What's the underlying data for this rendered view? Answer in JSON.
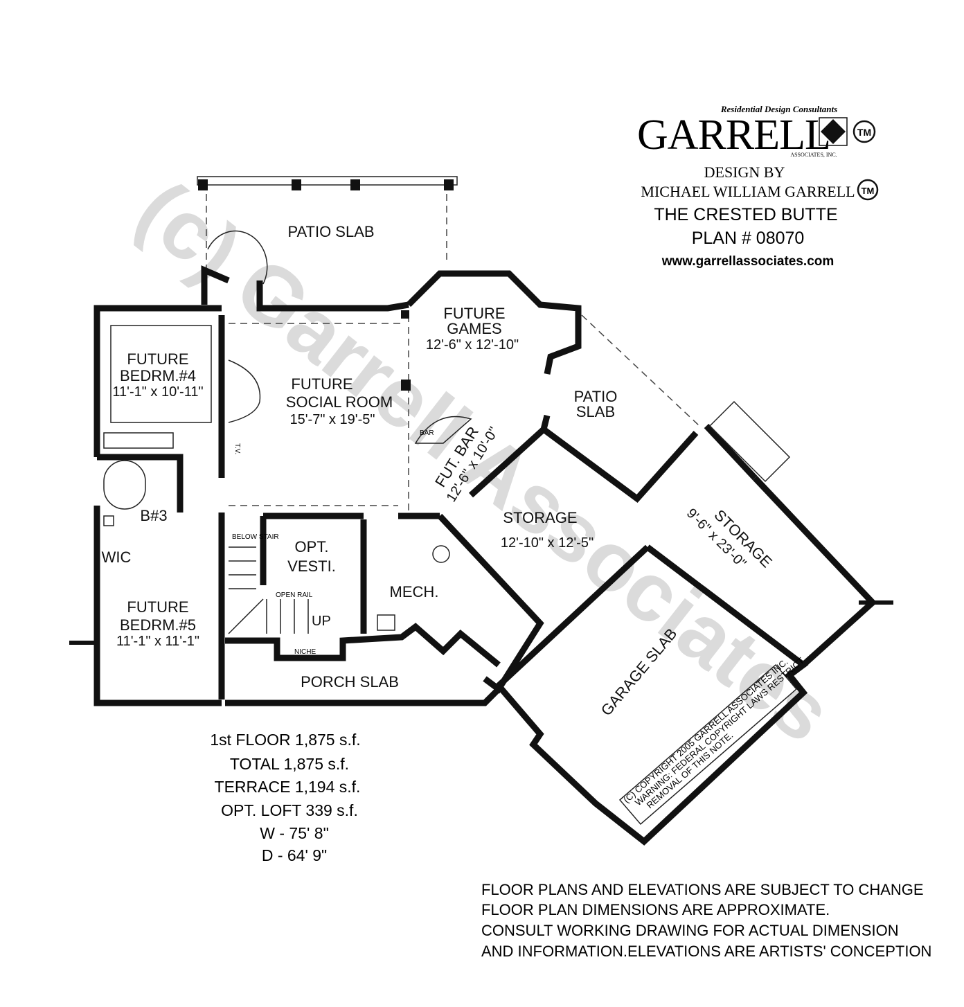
{
  "logo": {
    "tagline": "Residential Design Consultants",
    "brand": "GARRELL",
    "sub": "ASSOCIATES, INC.",
    "tm": "TM"
  },
  "title_block": {
    "design_by": "DESIGN BY",
    "designer": "MICHAEL WILLIAM GARRELL",
    "plan_name": "THE CRESTED BUTTE",
    "plan_number": "PLAN #  08070",
    "website": "www.garrellassociates.com"
  },
  "watermark": "(c) Garrell Associates",
  "rooms": {
    "patio_top": "PATIO  SLAB",
    "games": {
      "name1": "FUTURE",
      "name2": "GAMES",
      "size": "12'-6\" x 12'-10\""
    },
    "bed4": {
      "name1": "FUTURE",
      "name2": "BEDRM.#4",
      "size": "11'-1\" x 10'-11\""
    },
    "social": {
      "name1": "FUTURE",
      "name2": "SOCIAL ROOM",
      "size": "15'-7\" x 19'-5\""
    },
    "bar": {
      "name": "FUT. BAR",
      "size": "12'-6\" x 10'-0\"",
      "tag": "BAR"
    },
    "patio_right": {
      "name1": "PATIO",
      "name2": "SLAB"
    },
    "bath3": "B#3",
    "wic": "WIC",
    "vesti": {
      "name1": "OPT.",
      "name2": "VESTI."
    },
    "mech": "MECH.",
    "storage1": {
      "name": "STORAGE",
      "size": "12'-10\" x 12'-5\""
    },
    "storage2": {
      "name": "STORAGE",
      "size": "9'-6\" x 23'-0\""
    },
    "bed5": {
      "name1": "FUTURE",
      "name2": "BEDRM.#5",
      "size": "11'-1\" x 11'-1\""
    },
    "porch": "PORCH  SLAB",
    "garage": "GARAGE  SLAB",
    "stair_below": "BELOW STAIR",
    "open_rail": "OPEN RAIL",
    "up": "UP",
    "niche": "NICHE",
    "tv": "T.V."
  },
  "copyright_note": [
    "(C) COPYRIGHT 2005 GARRELL ASSOCIATES INC.",
    "WARNING: FEDERAL COPYRIGHT LAWS RESTRICT",
    "REMOVAL OF THIS NOTE."
  ],
  "stats": [
    "1st FLOOR  1,875 s.f.",
    "TOTAL  1,875 s.f.",
    "TERRACE 1,194 s.f.",
    "OPT. LOFT  339 s.f.",
    "W - 75'  8\"",
    "D - 64'  9\""
  ],
  "disclaimer": [
    "FLOOR PLANS AND ELEVATIONS ARE SUBJECT TO CHANGE",
    "FLOOR PLAN DIMENSIONS ARE APPROXIMATE.",
    "CONSULT WORKING DRAWING FOR ACTUAL DIMENSION",
    "AND INFORMATION.ELEVATIONS ARE ARTISTS' CONCEPTION"
  ]
}
